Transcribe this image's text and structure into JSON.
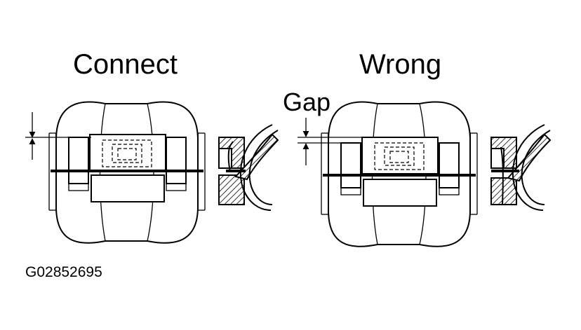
{
  "labels": {
    "connect": "Connect",
    "wrong": "Wrong",
    "gap": "Gap",
    "figure_code": "G02852695"
  }
}
